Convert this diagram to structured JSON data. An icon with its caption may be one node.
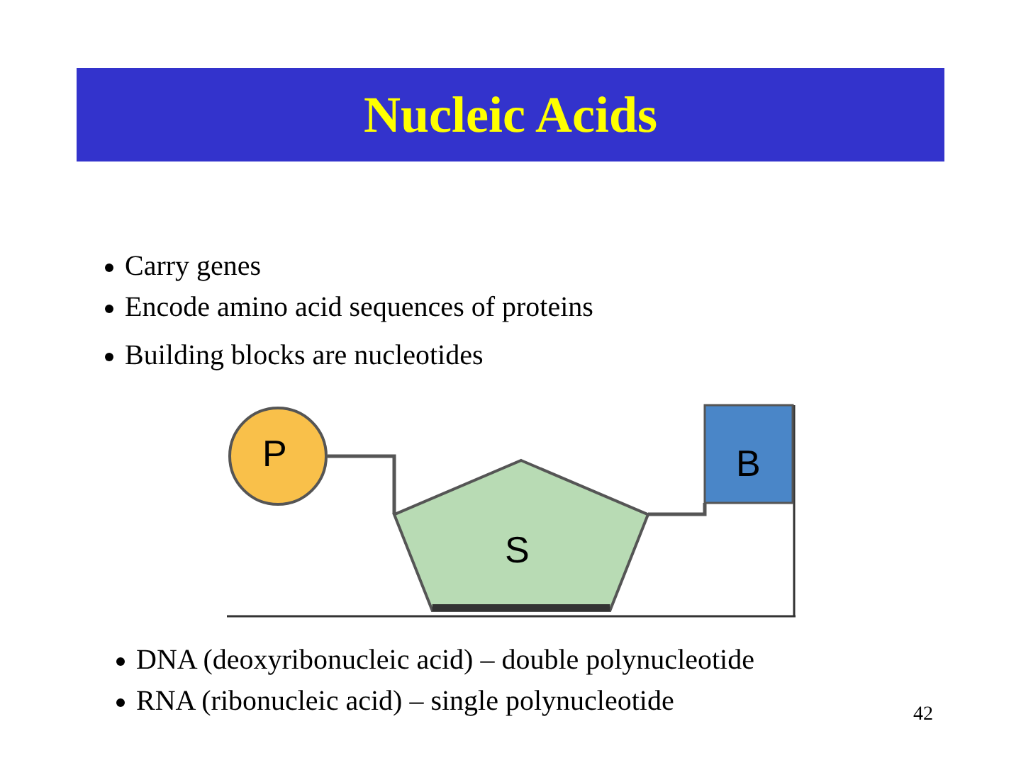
{
  "diagram": {
    "title": "Nucleic Acids",
    "nodes": [
      {
        "text": [
          "P"
        ]
      },
      {
        "text": [
          "S"
        ]
      },
      {
        "text": [
          "B"
        ]
      }
    ],
    "edges": [
      {
        "from": 0,
        "to": 1,
        "arrow": "none"
      },
      {
        "from": 1,
        "to": 2,
        "arrow": "none"
      }
    ],
    "labels": [
      "Carry genes",
      "Encode amino acid sequences of proteins",
      "Building blocks are nucleotides",
      "DNA (deoxyribonucleic acid) – double polynucleotide",
      "RNA (ribonucleic acid) – single polynucleotide",
      "42"
    ]
  }
}
